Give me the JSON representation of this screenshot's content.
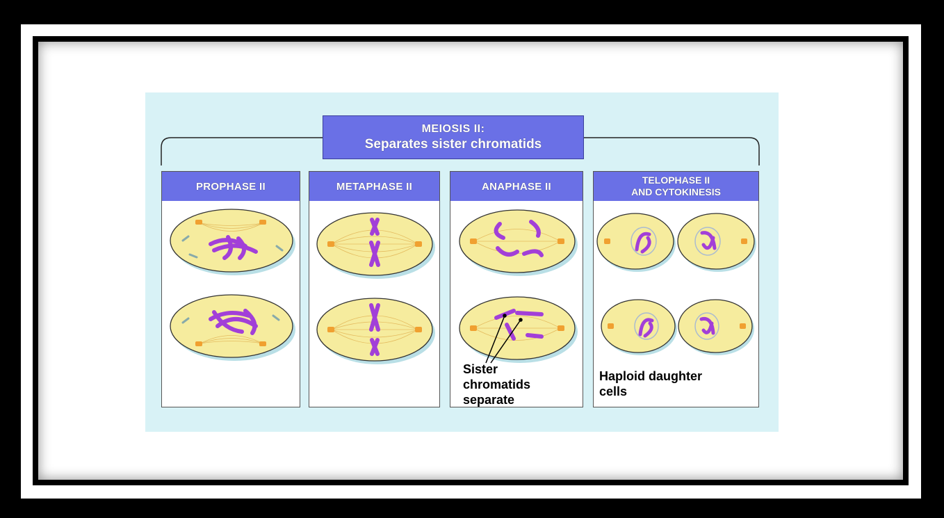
{
  "title": {
    "line1": "MEIOSIS II:",
    "line2": "Separates sister chromatids"
  },
  "stages": [
    {
      "heading": "PROPHASE II"
    },
    {
      "heading": "METAPHASE II"
    },
    {
      "heading": "ANAPHASE II"
    },
    {
      "heading_line1": "TELOPHASE II",
      "heading_line2": "AND CYTOKINESIS"
    }
  ],
  "captions": {
    "anaphase": [
      "Sister",
      "chromatids",
      "separate"
    ],
    "telophase": [
      "Haploid daughter",
      "cells"
    ]
  },
  "colors": {
    "panel_bg": "#d8f2f6",
    "header_blue": "#6a70e6",
    "cell_fill": "#f6ec9e",
    "chromosome": "#a23fd8",
    "centrosome": "#f0a030"
  }
}
